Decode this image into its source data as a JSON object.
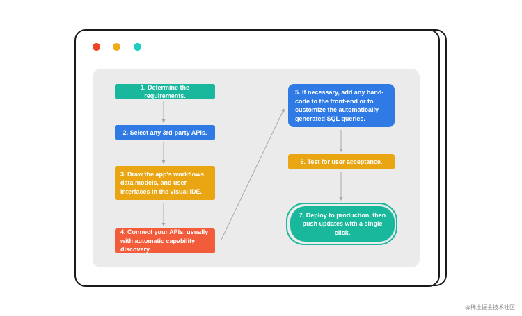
{
  "colors": {
    "window_border": "#1a1a1a",
    "panel_bg": "#ebebec",
    "dot_red": "#ee4422",
    "dot_yellow": "#f0ad1a",
    "dot_teal": "#1ccfc0",
    "teal": "#19b79b",
    "blue": "#2f7ae5",
    "orange": "#eaa512",
    "red": "#f25c3a",
    "arrow": "#a8a8a8"
  },
  "steps": [
    {
      "id": "s1",
      "text": "1. Determine the requirements.",
      "color": "#19b79b"
    },
    {
      "id": "s2",
      "text": "2. Select any 3rd-party APIs.",
      "color": "#2f7ae5"
    },
    {
      "id": "s3",
      "text": "3. Draw the app's workflows, data models, and user interfaces in the visual IDE.",
      "color": "#eaa512"
    },
    {
      "id": "s4",
      "text": "4. Connect your APIs, usually with automatic capability discovery.",
      "color": "#f25c3a"
    },
    {
      "id": "s5",
      "text": "5. If necessary, add any hand-code to the front-end or to customize the automatically generated SQL queries.",
      "color": "#2f7ae5"
    },
    {
      "id": "s6",
      "text": "6. Test for user acceptance.",
      "color": "#eaa512"
    },
    {
      "id": "s7",
      "text": "7. Deploy to production, then push updates with a single click.",
      "color": "#19b79b"
    }
  ],
  "watermark": "@稀土掘金技术社区"
}
